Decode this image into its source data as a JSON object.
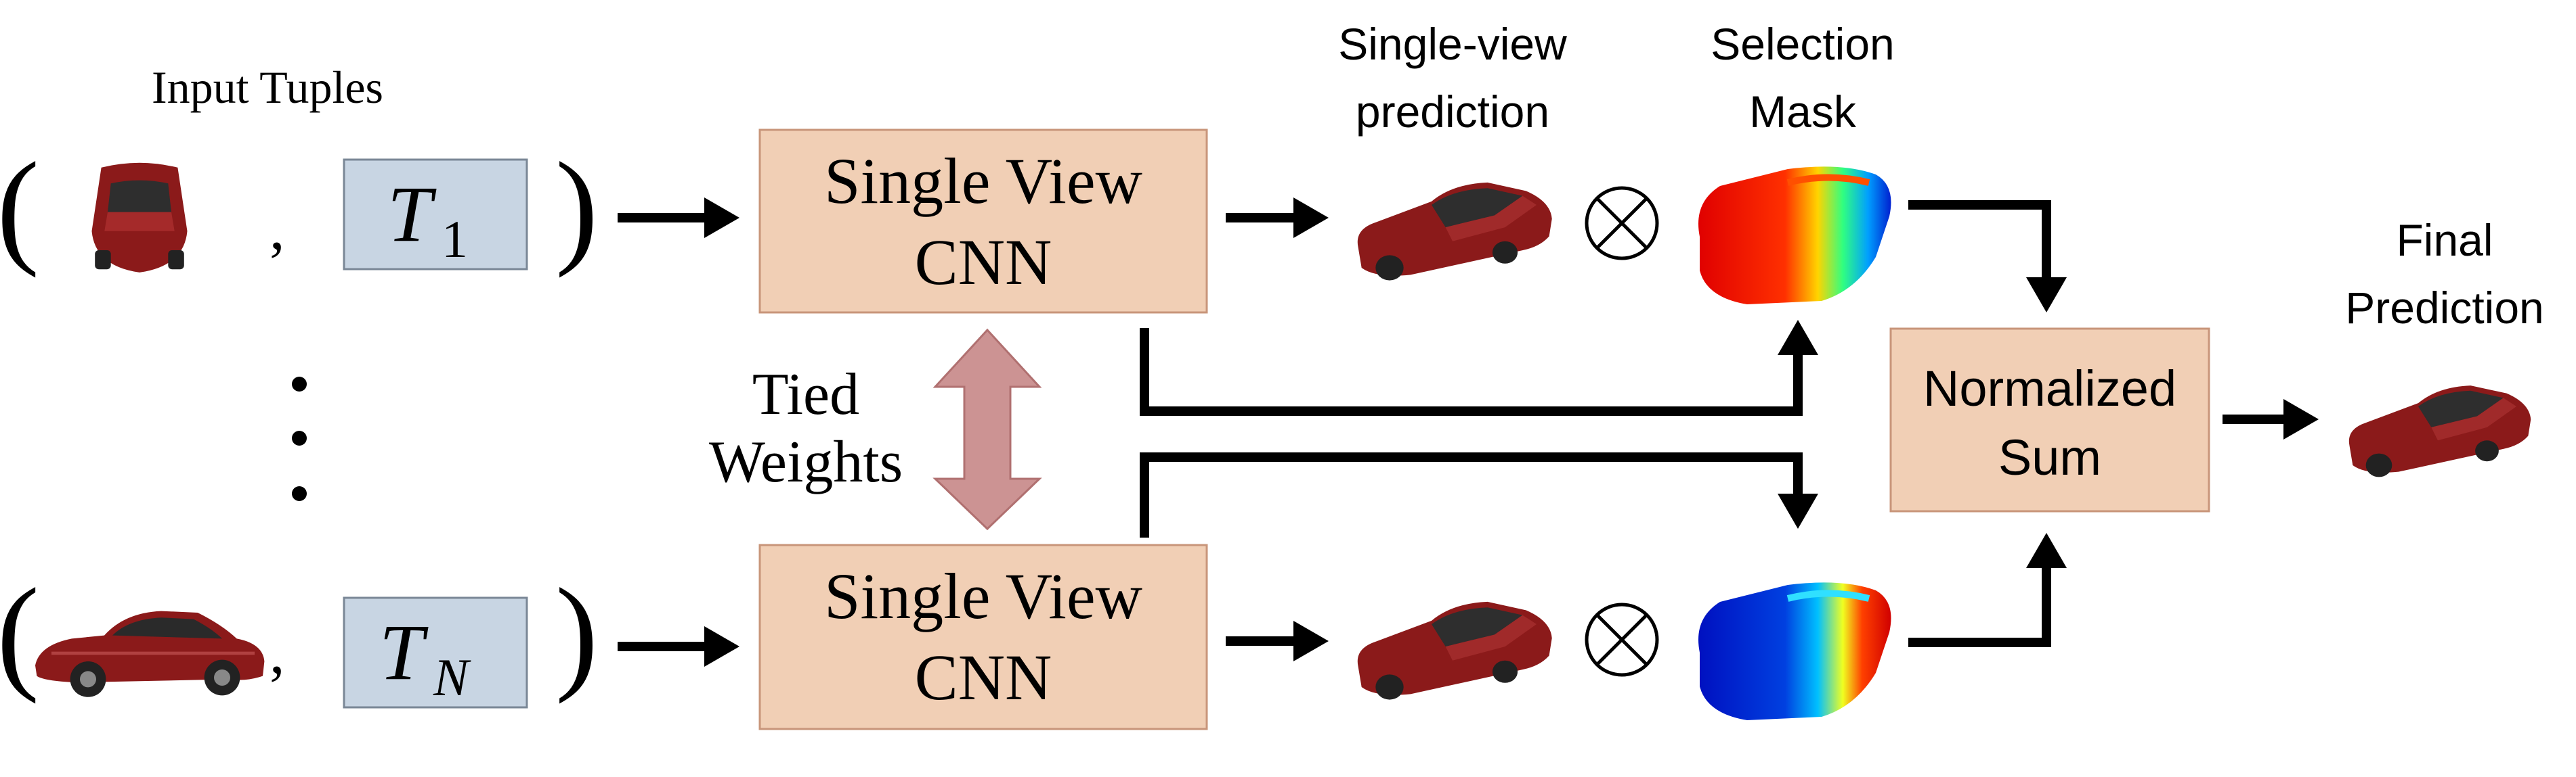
{
  "input": {
    "title": "Input Tuples",
    "open_paren": "(",
    "close_paren": ")",
    "comma": ",",
    "t1_base": "T",
    "t1_sub": "1",
    "tn_base": "T",
    "tn_sub": "N",
    "ellipsis": ":"
  },
  "cnn": {
    "line1": "Single View",
    "line2": "CNN"
  },
  "tied": {
    "line1": "Tied",
    "line2": "Weights"
  },
  "single_view_prediction": {
    "line1": "Single-view",
    "line2": "prediction"
  },
  "selection_mask": {
    "line1": "Selection",
    "line2": "Mask"
  },
  "multiply_symbol": "⊗",
  "normalized_sum": {
    "line1": "Normalized",
    "line2": "Sum"
  },
  "final_prediction": {
    "line1": "Final",
    "line2": "Prediction"
  },
  "colors": {
    "cnn_box_fill": "#f1cfb5",
    "cnn_box_stroke": "#c8957a",
    "t_box_fill": "#c8d5e3",
    "t_box_stroke": "#7a8796",
    "tied_arrow": "#cc9393",
    "car_red": "#8b1a1a",
    "arrow": "#000000"
  }
}
